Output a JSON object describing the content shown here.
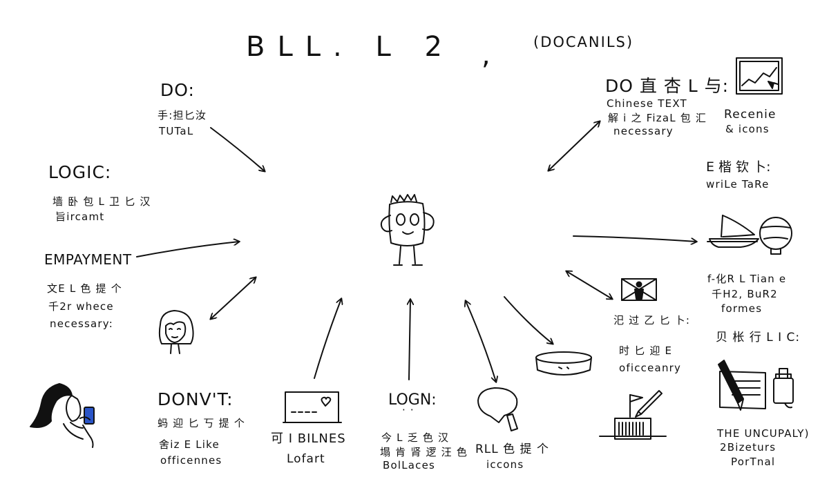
{
  "title": {
    "main": "BLL. L 2",
    "comma": ",",
    "aside": "(DOCANILS)"
  },
  "do_left": {
    "heading": "DO:",
    "lines": [
      "手:担匕汝",
      "TUTaL"
    ]
  },
  "logic": {
    "heading": "LOGIC:",
    "lines": [
      "墙 卧 包 L 卫 匕 汉",
      "旨ircamt"
    ]
  },
  "empayment": {
    "heading": "EMPAYMENT",
    "lines": [
      "文E L 色 提 个",
      "千2r whece",
      "necessary:"
    ]
  },
  "dont": {
    "heading": "DONV'T:",
    "lines": [
      "蚂 迎 匕 丂 提 个",
      "舍iz E Like",
      "officennes"
    ]
  },
  "bilnes": {
    "lines": [
      "可 I BILNES",
      "Lofart"
    ]
  },
  "logn": {
    "heading": "LOGN:",
    "dots": "· ·",
    "lines": [
      "今 L 乏 色 汉",
      "塌 肯 肾 逻 汪 色",
      "BolLaces"
    ]
  },
  "rll": {
    "lines": [
      "RLL 色 提 个",
      "iccons"
    ]
  },
  "do_right": {
    "heading": "DO 直 杏 L 与:",
    "lines": [
      "Chinese TEXT",
      "解 i 之 FizaL 包 汇",
      "necessary"
    ]
  },
  "recenie": {
    "lines": [
      "Recenie",
      "& icons"
    ]
  },
  "wrile": {
    "heading": "E 楷 钦 卜:",
    "lines": [
      "wriLe TaRe"
    ]
  },
  "frelation": {
    "lines": [
      "f-化R L Tian e",
      "千H2, BuR2",
      "formes"
    ]
  },
  "mid_right": {
    "lines": [
      "汜 过 乙 匕 卜:"
    ]
  },
  "ofic": {
    "lines": [
      "时 匕 迎 E",
      "oficceanry"
    ]
  },
  "logic_right": {
    "heading": "贝 枨 行 L I C:"
  },
  "uncupaly": {
    "lines": [
      "THE UNCUPALY)",
      "2Bizeturs",
      "PorTnal"
    ]
  },
  "icons": [
    "robot-mascot-icon",
    "line-chart-frame-icon",
    "boat-icon",
    "globe-icon",
    "person-picture-icon",
    "bowl-icon",
    "speech-bubble-icon",
    "laptop-icon",
    "woman-face-icon",
    "woman-with-phone-icon",
    "notebook-pen-icon",
    "bottle-icon",
    "flag-pencil-barcode-icon"
  ]
}
